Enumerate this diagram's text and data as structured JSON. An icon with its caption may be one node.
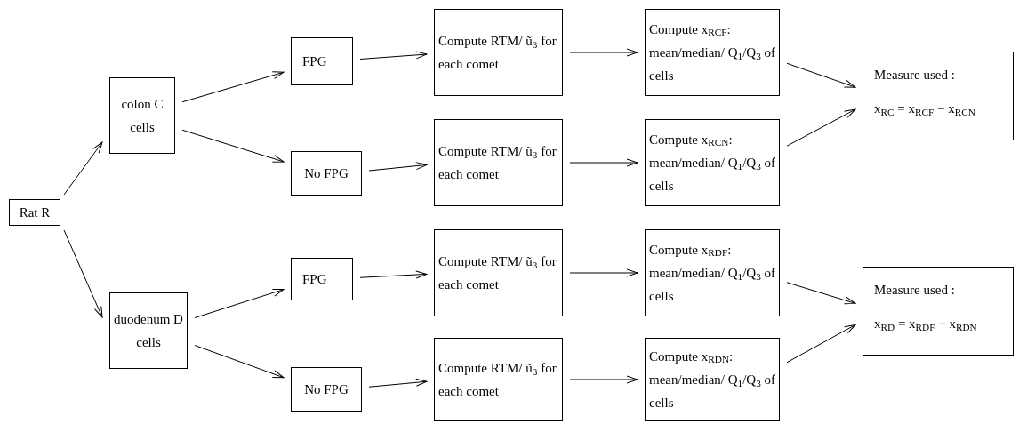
{
  "diagram": {
    "nodes": [
      {
        "text": [
          "Rat R"
        ]
      },
      {
        "text": [
          "colon C cells"
        ]
      },
      {
        "text": [
          "duodenum D cells"
        ]
      },
      {
        "text": [
          "FPG"
        ]
      },
      {
        "text": [
          "No FPG"
        ]
      },
      {
        "text": [
          "FPG"
        ]
      },
      {
        "text": [
          "No FPG"
        ]
      },
      {
        "text": [
          "Compute RTM/ ũ$_{3}$ for each comet"
        ]
      },
      {
        "text": [
          "Compute RTM/ ũ$_{3}$ for each comet"
        ]
      },
      {
        "text": [
          "Compute RTM/ ũ$_{3}$ for each comet"
        ]
      },
      {
        "text": [
          "Compute RTM/ ũ$_{3}$ for each comet"
        ]
      },
      {
        "text": [
          "Compute x$_{RCF}$: mean/median/ Q$_{1}$/Q$_{3}$ of cells"
        ]
      },
      {
        "text": [
          "Compute x$_{RCN}$: mean/median/ Q$_{1}$/Q$_{3}$ of cells"
        ]
      },
      {
        "text": [
          "Compute x$_{RDF}$: mean/median/ Q$_{1}$/Q$_{3}$ of cells"
        ]
      },
      {
        "text": [
          "Compute x$_{RDN}$: mean/median/ Q$_{1}$/Q$_{3}$ of cells"
        ]
      },
      {
        "text": [
          "Measure used :",
          "x$_{RC}$ = x$_{RCF}$ − x$_{RCN}$"
        ]
      },
      {
        "text": [
          "Measure used :",
          "x$_{RD}$ = x$_{RDF}$ − x$_{RDN}$"
        ]
      }
    ],
    "edges": [
      {
        "from": 0,
        "to": 1,
        "arrow": "to"
      },
      {
        "from": 0,
        "to": 2,
        "arrow": "to"
      },
      {
        "from": 1,
        "to": 3,
        "arrow": "to"
      },
      {
        "from": 1,
        "to": 4,
        "arrow": "to"
      },
      {
        "from": 2,
        "to": 5,
        "arrow": "to"
      },
      {
        "from": 2,
        "to": 6,
        "arrow": "to"
      },
      {
        "from": 3,
        "to": 7,
        "arrow": "to"
      },
      {
        "from": 4,
        "to": 8,
        "arrow": "to"
      },
      {
        "from": 5,
        "to": 9,
        "arrow": "to"
      },
      {
        "from": 6,
        "to": 10,
        "arrow": "to"
      },
      {
        "from": 7,
        "to": 11,
        "arrow": "to"
      },
      {
        "from": 8,
        "to": 12,
        "arrow": "to"
      },
      {
        "from": 9,
        "to": 13,
        "arrow": "to"
      },
      {
        "from": 10,
        "to": 14,
        "arrow": "to"
      },
      {
        "from": 11,
        "to": 15,
        "arrow": "to"
      },
      {
        "from": 12,
        "to": 15,
        "arrow": "to"
      },
      {
        "from": 13,
        "to": 16,
        "arrow": "to"
      },
      {
        "from": 14,
        "to": 16,
        "arrow": "to"
      }
    ]
  }
}
